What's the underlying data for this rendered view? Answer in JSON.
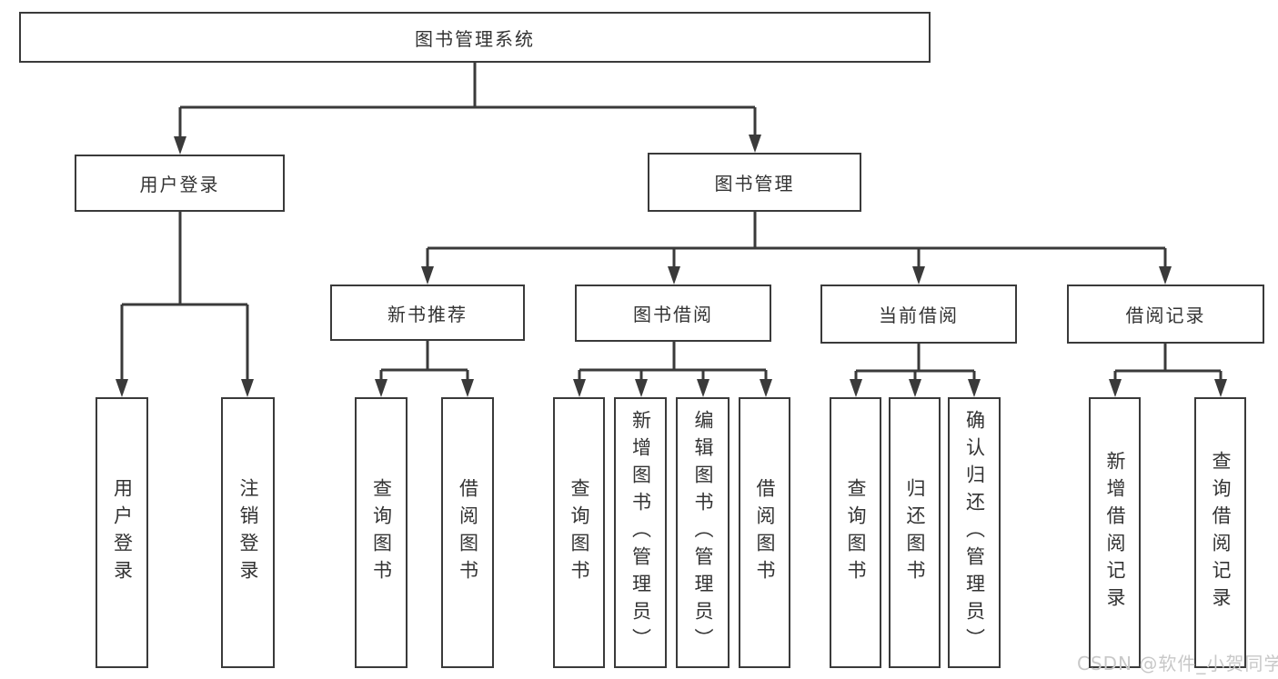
{
  "tree": {
    "root": {
      "label": "图书管理系统"
    },
    "branches": [
      {
        "label": "用户登录",
        "children": [
          "用户登录",
          "注销登录"
        ]
      },
      {
        "label": "图书管理",
        "sections": [
          {
            "label": "新书推荐",
            "children": [
              "查询图书",
              "借阅图书"
            ]
          },
          {
            "label": "图书借阅",
            "children": [
              "查询图书",
              "新增图书（管理员）",
              "编辑图书（管理员）",
              "借阅图书"
            ]
          },
          {
            "label": "当前借阅",
            "children": [
              "查询图书",
              "归还图书",
              "确认归还（管理员）"
            ]
          },
          {
            "label": "借阅记录",
            "children": [
              "新增借阅记录",
              "查询借阅记录"
            ]
          }
        ]
      }
    ]
  },
  "watermark": "CSDN @软件_小贺同学",
  "colors": {
    "line": "#3a3a3a",
    "text": "#333333",
    "watermark": "#c8c8c8",
    "background": "#ffffff"
  }
}
